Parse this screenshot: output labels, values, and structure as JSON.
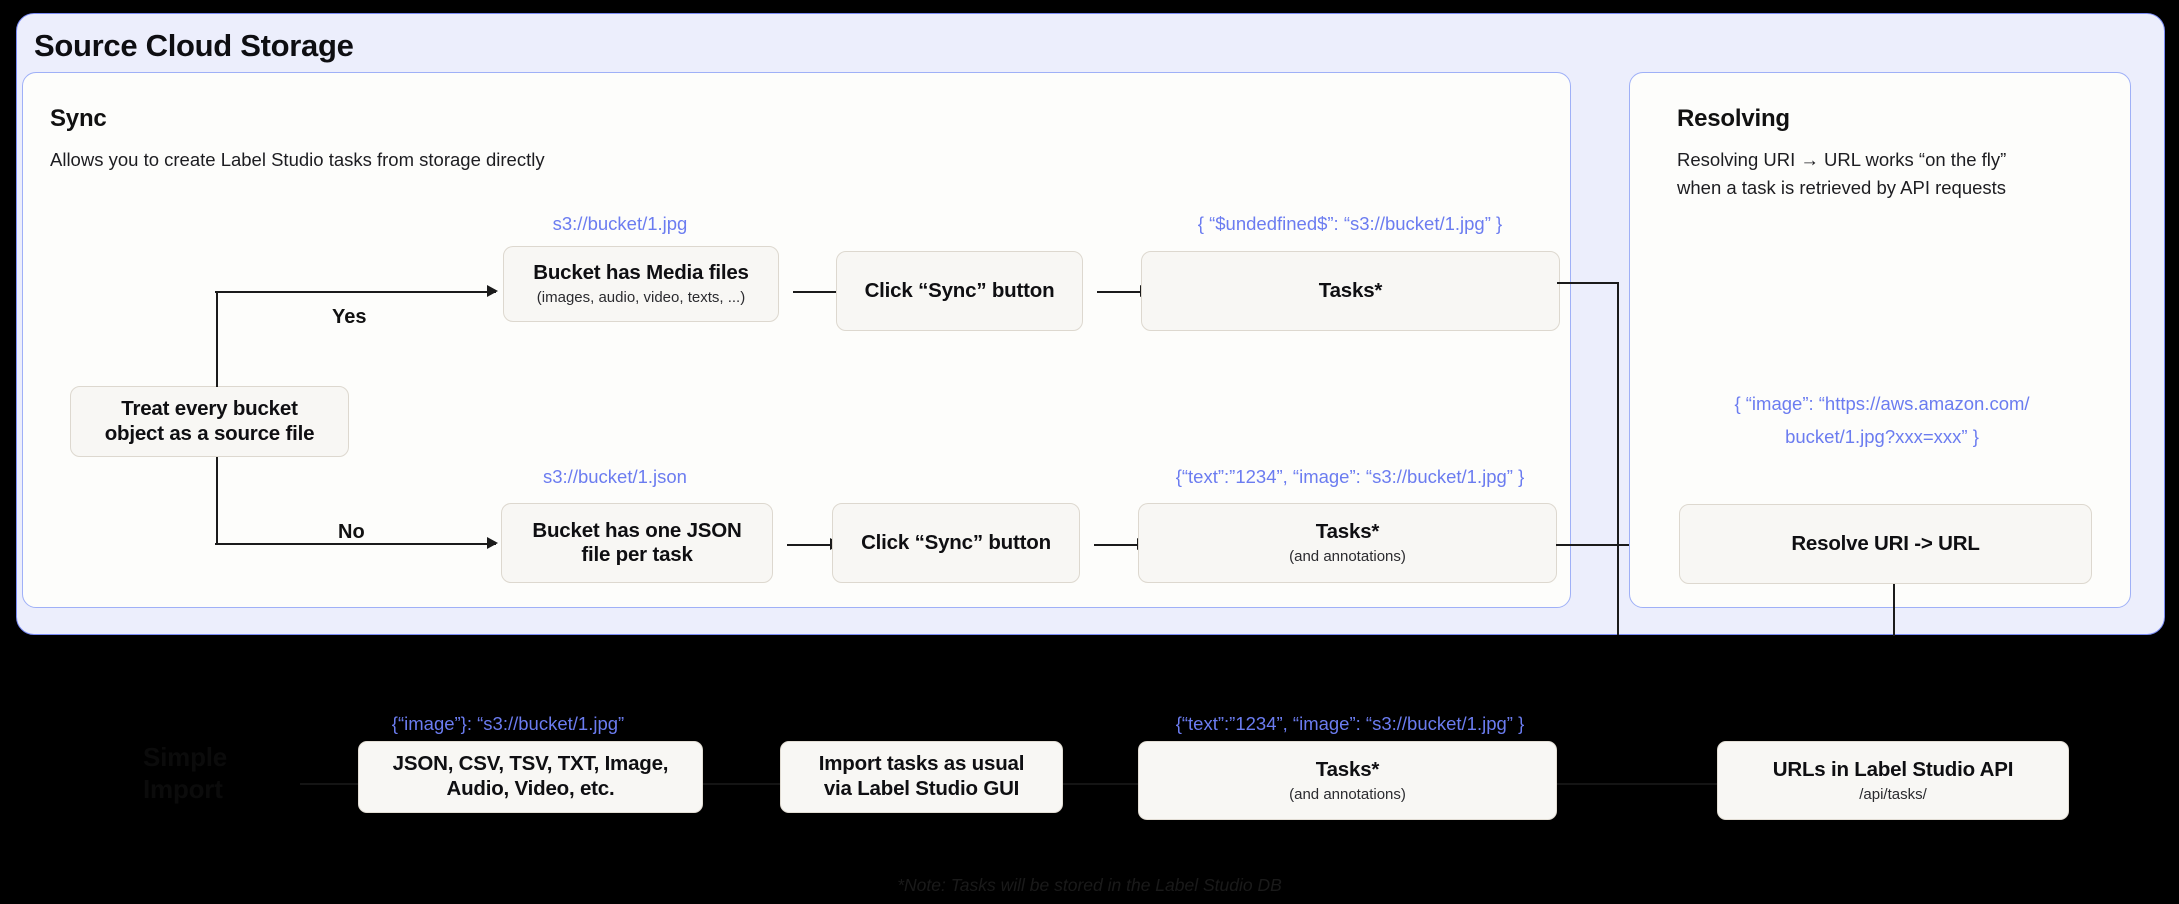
{
  "panel": {
    "title": "Source Cloud Storage"
  },
  "sync": {
    "title": "Sync",
    "subtitle": "Allows you to create Label Studio tasks from storage directly",
    "decision": {
      "line1": "Treat every bucket",
      "line2": "object as a source file"
    },
    "branch_yes_label": "Yes",
    "branch_no_label": "No",
    "yes_row": {
      "uri_annotation": "s3://bucket/1.jpg",
      "box1_line1": "Bucket has Media files",
      "box1_line2": "(images, audio, video, texts, ...)",
      "box2": "Click “Sync” button",
      "task_annotation": "{ “$undedfined$”: “s3://bucket/1.jpg” }",
      "box3_line1": "Tasks*"
    },
    "no_row": {
      "uri_annotation": "s3://bucket/1.json",
      "box1_line1": "Bucket has one JSON",
      "box1_line2": "file per task",
      "box2": "Click “Sync” button",
      "task_annotation": "{“text”:”1234”,  “image”: “s3://bucket/1.jpg” }",
      "box3_line1": "Tasks*",
      "box3_line2": "(and annotations)"
    }
  },
  "resolving": {
    "title": "Resolving",
    "subtitle_line1": "Resolving URI → URL works “on the fly”",
    "subtitle_line2": "when a task is retrieved by API requests",
    "url_annotation_line1": "{ “image”: “https://aws.amazon.com/",
    "url_annotation_line2": "bucket/1.jpg?xxx=xxx” }",
    "resolve_box": "Resolve URI -> URL"
  },
  "simple_import": {
    "heading_line1": "Simple",
    "heading_line2": "Import",
    "formats_annotation": "{“image”}: “s3://bucket/1.jpg”",
    "formats_box_line1": "JSON, CSV, TSV, TXT, Image,",
    "formats_box_line2": "Audio, Video, etc.",
    "import_box_line1": "Import tasks as usual",
    "import_box_line2": "via Label Studio GUI",
    "tasks_annotation": "{“text”:”1234”,  “image”: “s3://bucket/1.jpg” }",
    "tasks_box_line1": "Tasks*",
    "tasks_box_line2": "(and annotations)",
    "api_box_line1": "URLs in Label Studio API",
    "api_box_line2": "/api/tasks/"
  },
  "footer": {
    "note": "*Note: Tasks will be stored in the Label Studio DB"
  },
  "colors": {
    "outer_panel_bg": "#eceefc",
    "outer_panel_border": "#7b8cf5",
    "inner_panel_bg": "#fdfdfb",
    "inner_panel_border": "#9fb0f7",
    "node_bg": "#f8f7f4",
    "node_border": "#ddd8cf",
    "annotation_blue": "#6b7cf0",
    "background": "#000000"
  }
}
